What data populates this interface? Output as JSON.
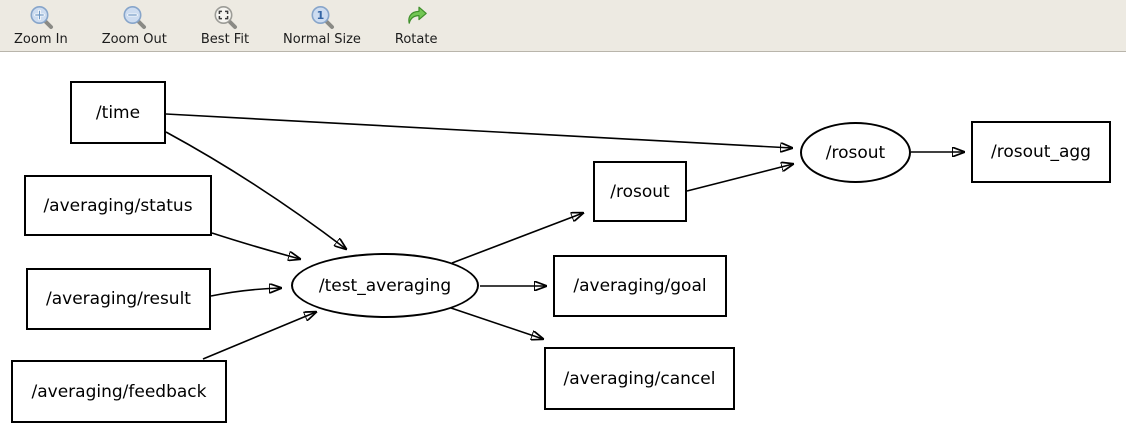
{
  "toolbar": {
    "background": "#edeae2",
    "border_color": "#b9b5ab",
    "buttons": [
      {
        "label": "Zoom In",
        "icon": "zoom-in-icon"
      },
      {
        "label": "Zoom Out",
        "icon": "zoom-out-icon"
      },
      {
        "label": "Best Fit",
        "icon": "best-fit-icon"
      },
      {
        "label": "Normal Size",
        "icon": "normal-size-icon"
      },
      {
        "label": "Rotate",
        "icon": "rotate-icon"
      }
    ]
  },
  "graph": {
    "node_fill": "#ffffff",
    "node_border": "#000000",
    "edge_color": "#000000",
    "nodes": [
      {
        "id": "time",
        "label": "/time",
        "shape": "box"
      },
      {
        "id": "averaging-status",
        "label": "/averaging/status",
        "shape": "box"
      },
      {
        "id": "averaging-result",
        "label": "/averaging/result",
        "shape": "box"
      },
      {
        "id": "averaging-feedback",
        "label": "/averaging/feedback",
        "shape": "box"
      },
      {
        "id": "test-averaging",
        "label": "/test_averaging",
        "shape": "ellipse"
      },
      {
        "id": "rosout-topic",
        "label": "/rosout",
        "shape": "box"
      },
      {
        "id": "averaging-goal",
        "label": "/averaging/goal",
        "shape": "box"
      },
      {
        "id": "averaging-cancel",
        "label": "/averaging/cancel",
        "shape": "box"
      },
      {
        "id": "rosout-node",
        "label": "/rosout",
        "shape": "ellipse"
      },
      {
        "id": "rosout-agg",
        "label": "/rosout_agg",
        "shape": "box"
      }
    ],
    "edges": [
      {
        "from": "time",
        "to": "rosout-node"
      },
      {
        "from": "time",
        "to": "test-averaging"
      },
      {
        "from": "averaging-status",
        "to": "test-averaging"
      },
      {
        "from": "averaging-result",
        "to": "test-averaging"
      },
      {
        "from": "averaging-feedback",
        "to": "test-averaging"
      },
      {
        "from": "test-averaging",
        "to": "rosout-topic"
      },
      {
        "from": "test-averaging",
        "to": "averaging-goal"
      },
      {
        "from": "test-averaging",
        "to": "averaging-cancel"
      },
      {
        "from": "rosout-topic",
        "to": "rosout-node"
      },
      {
        "from": "rosout-node",
        "to": "rosout-agg"
      }
    ]
  }
}
